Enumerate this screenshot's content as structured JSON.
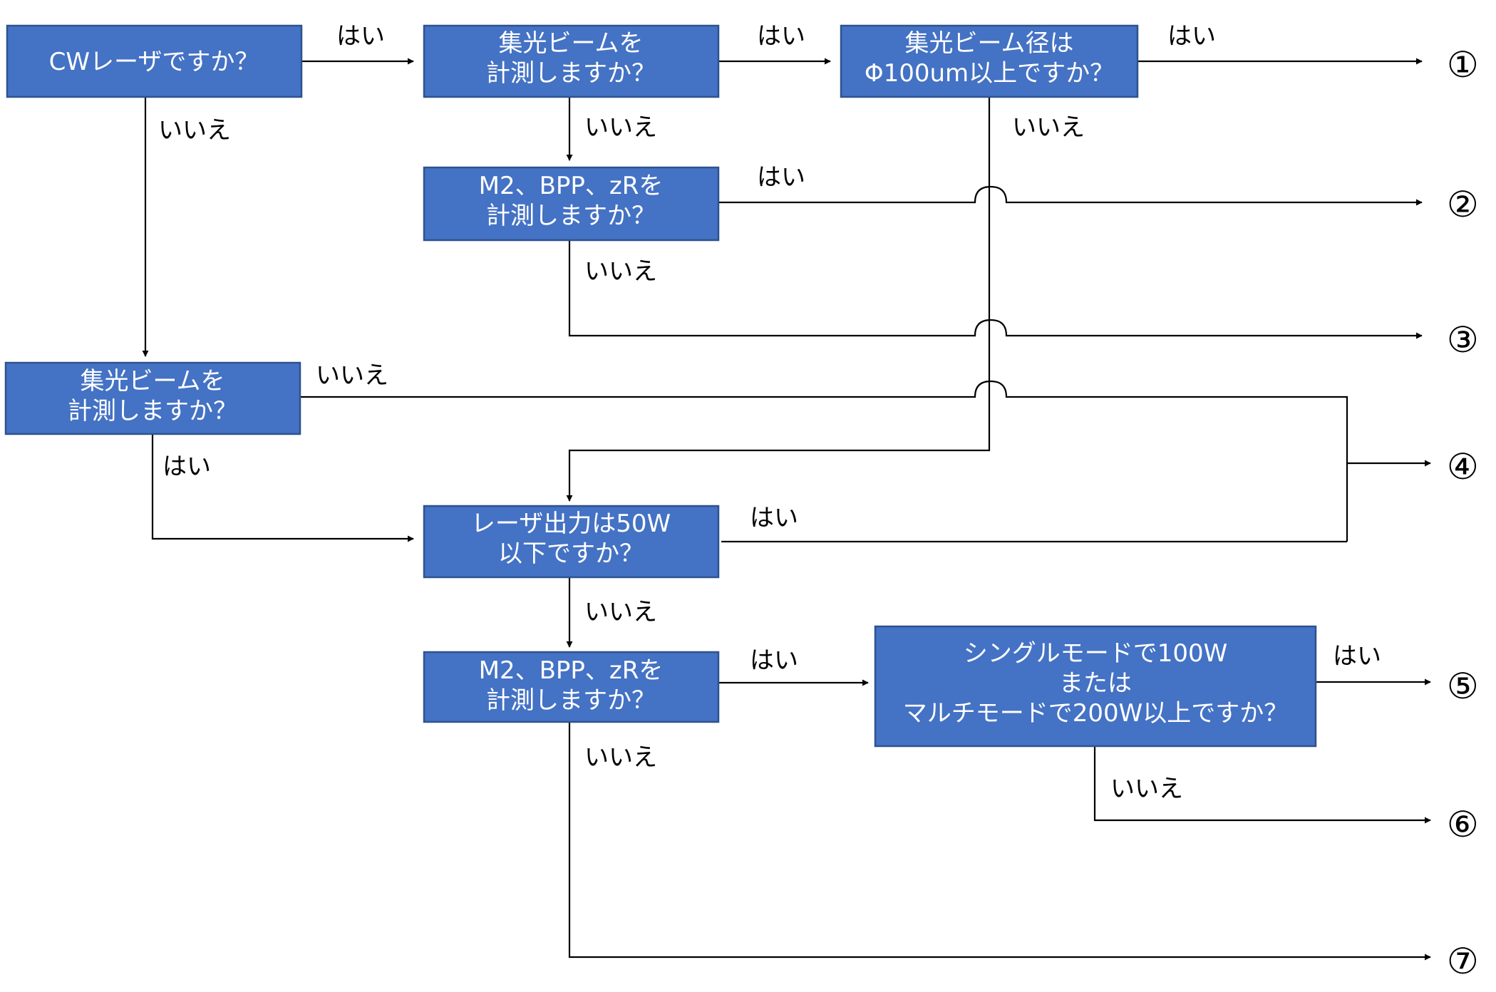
{
  "nodes": {
    "cw_laser": [
      "CWレーザですか？"
    ],
    "focused_beam_top": [
      "集光ビームを",
      "計測しますか？"
    ],
    "beam_diameter": [
      "集光ビーム径は",
      "Φ100um以上ですか？"
    ],
    "m2_top": [
      "M2、BPP、zRを",
      "計測しますか？"
    ],
    "focused_beam_left": [
      "集光ビームを",
      "計測しますか？"
    ],
    "laser_power": [
      "レーザ出力は50W",
      "以下ですか？"
    ],
    "m2_bottom": [
      "M2、BPP、zRを",
      "計測しますか？"
    ],
    "single_multi_mode": [
      "シングルモードで100W",
      "または",
      "マルチモードで200W以上ですか？"
    ]
  },
  "labels": {
    "yes": "はい",
    "no": "いいえ"
  },
  "outcomes": [
    "①",
    "②",
    "③",
    "④",
    "⑤",
    "⑥",
    "⑦"
  ]
}
